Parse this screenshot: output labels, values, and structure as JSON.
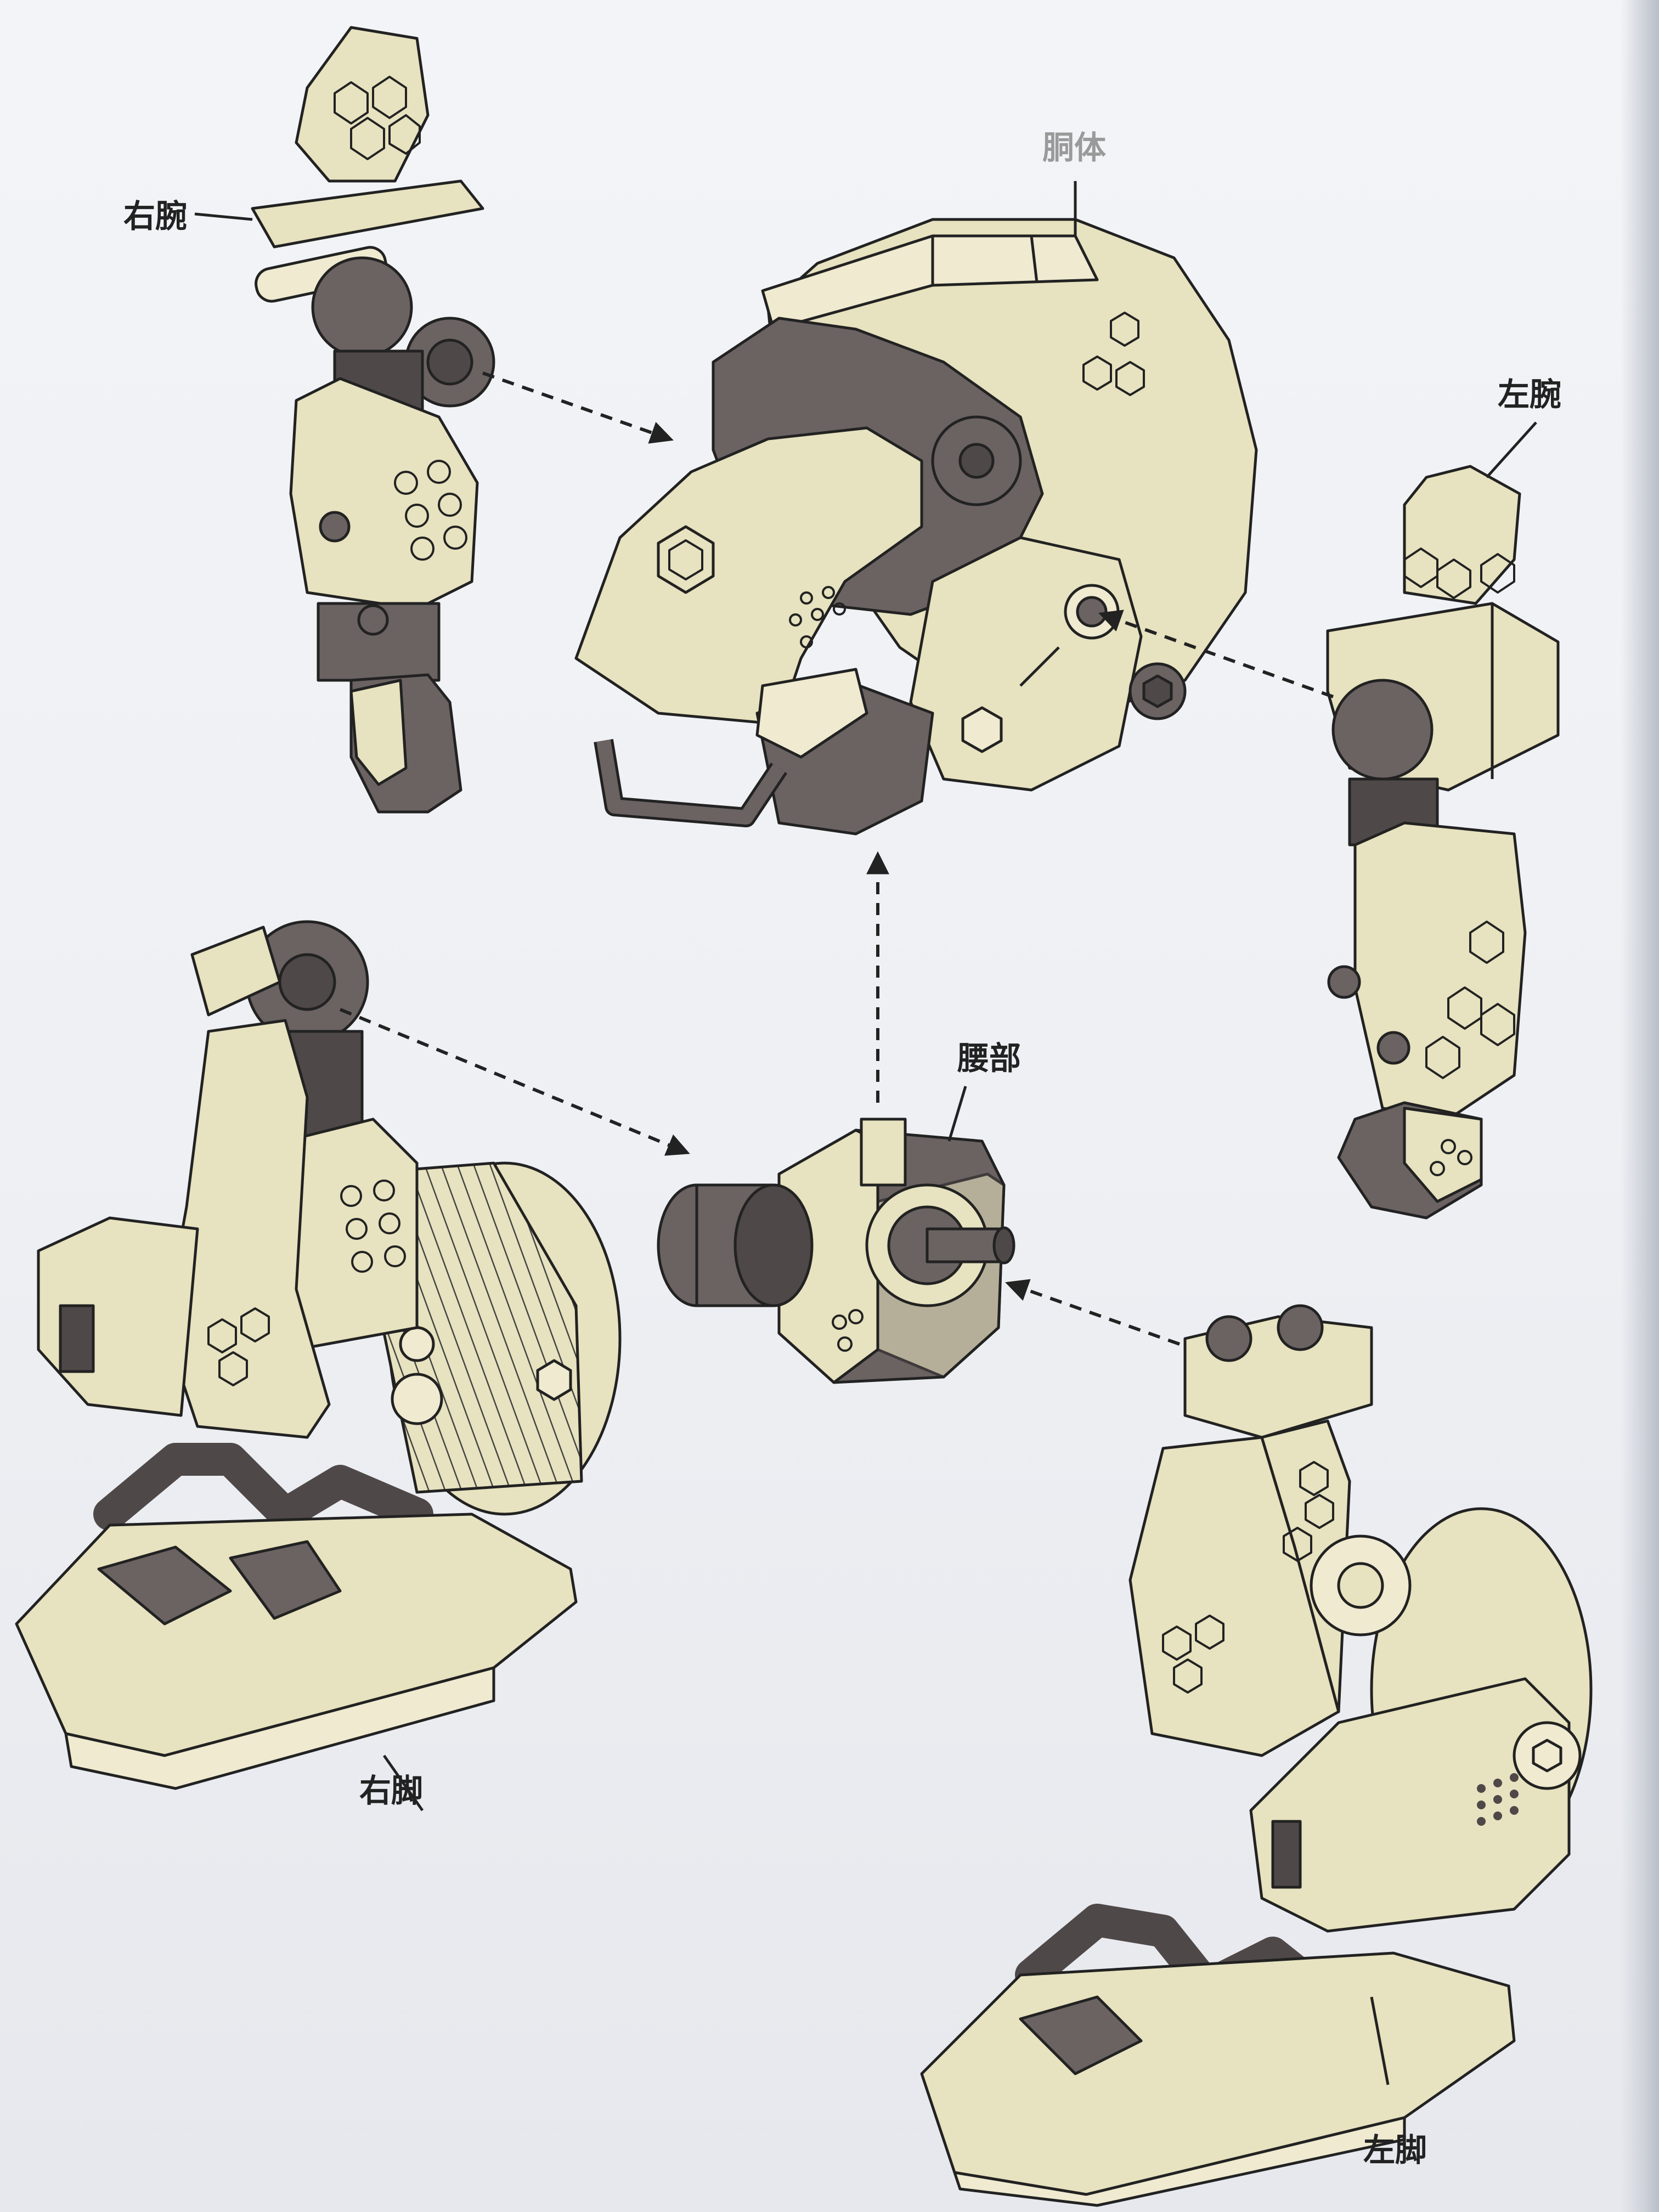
{
  "labels": {
    "torso": "胴体",
    "right_arm": "右腕",
    "left_arm": "左腕",
    "waist": "腰部",
    "right_leg": "右脚",
    "left_leg": "左脚"
  },
  "colors": {
    "part_fill": "#e7e2bf",
    "part_fill_light": "#efead0",
    "joint_fill": "#6b6262",
    "joint_dark": "#4f4848",
    "outline": "#222222",
    "arrow": "#222222",
    "torso_label": "#9a9a9a"
  },
  "icons": [
    "hexagon-cluster-icon",
    "hexagon-bolt-icon",
    "dashed-arrow-icon"
  ]
}
